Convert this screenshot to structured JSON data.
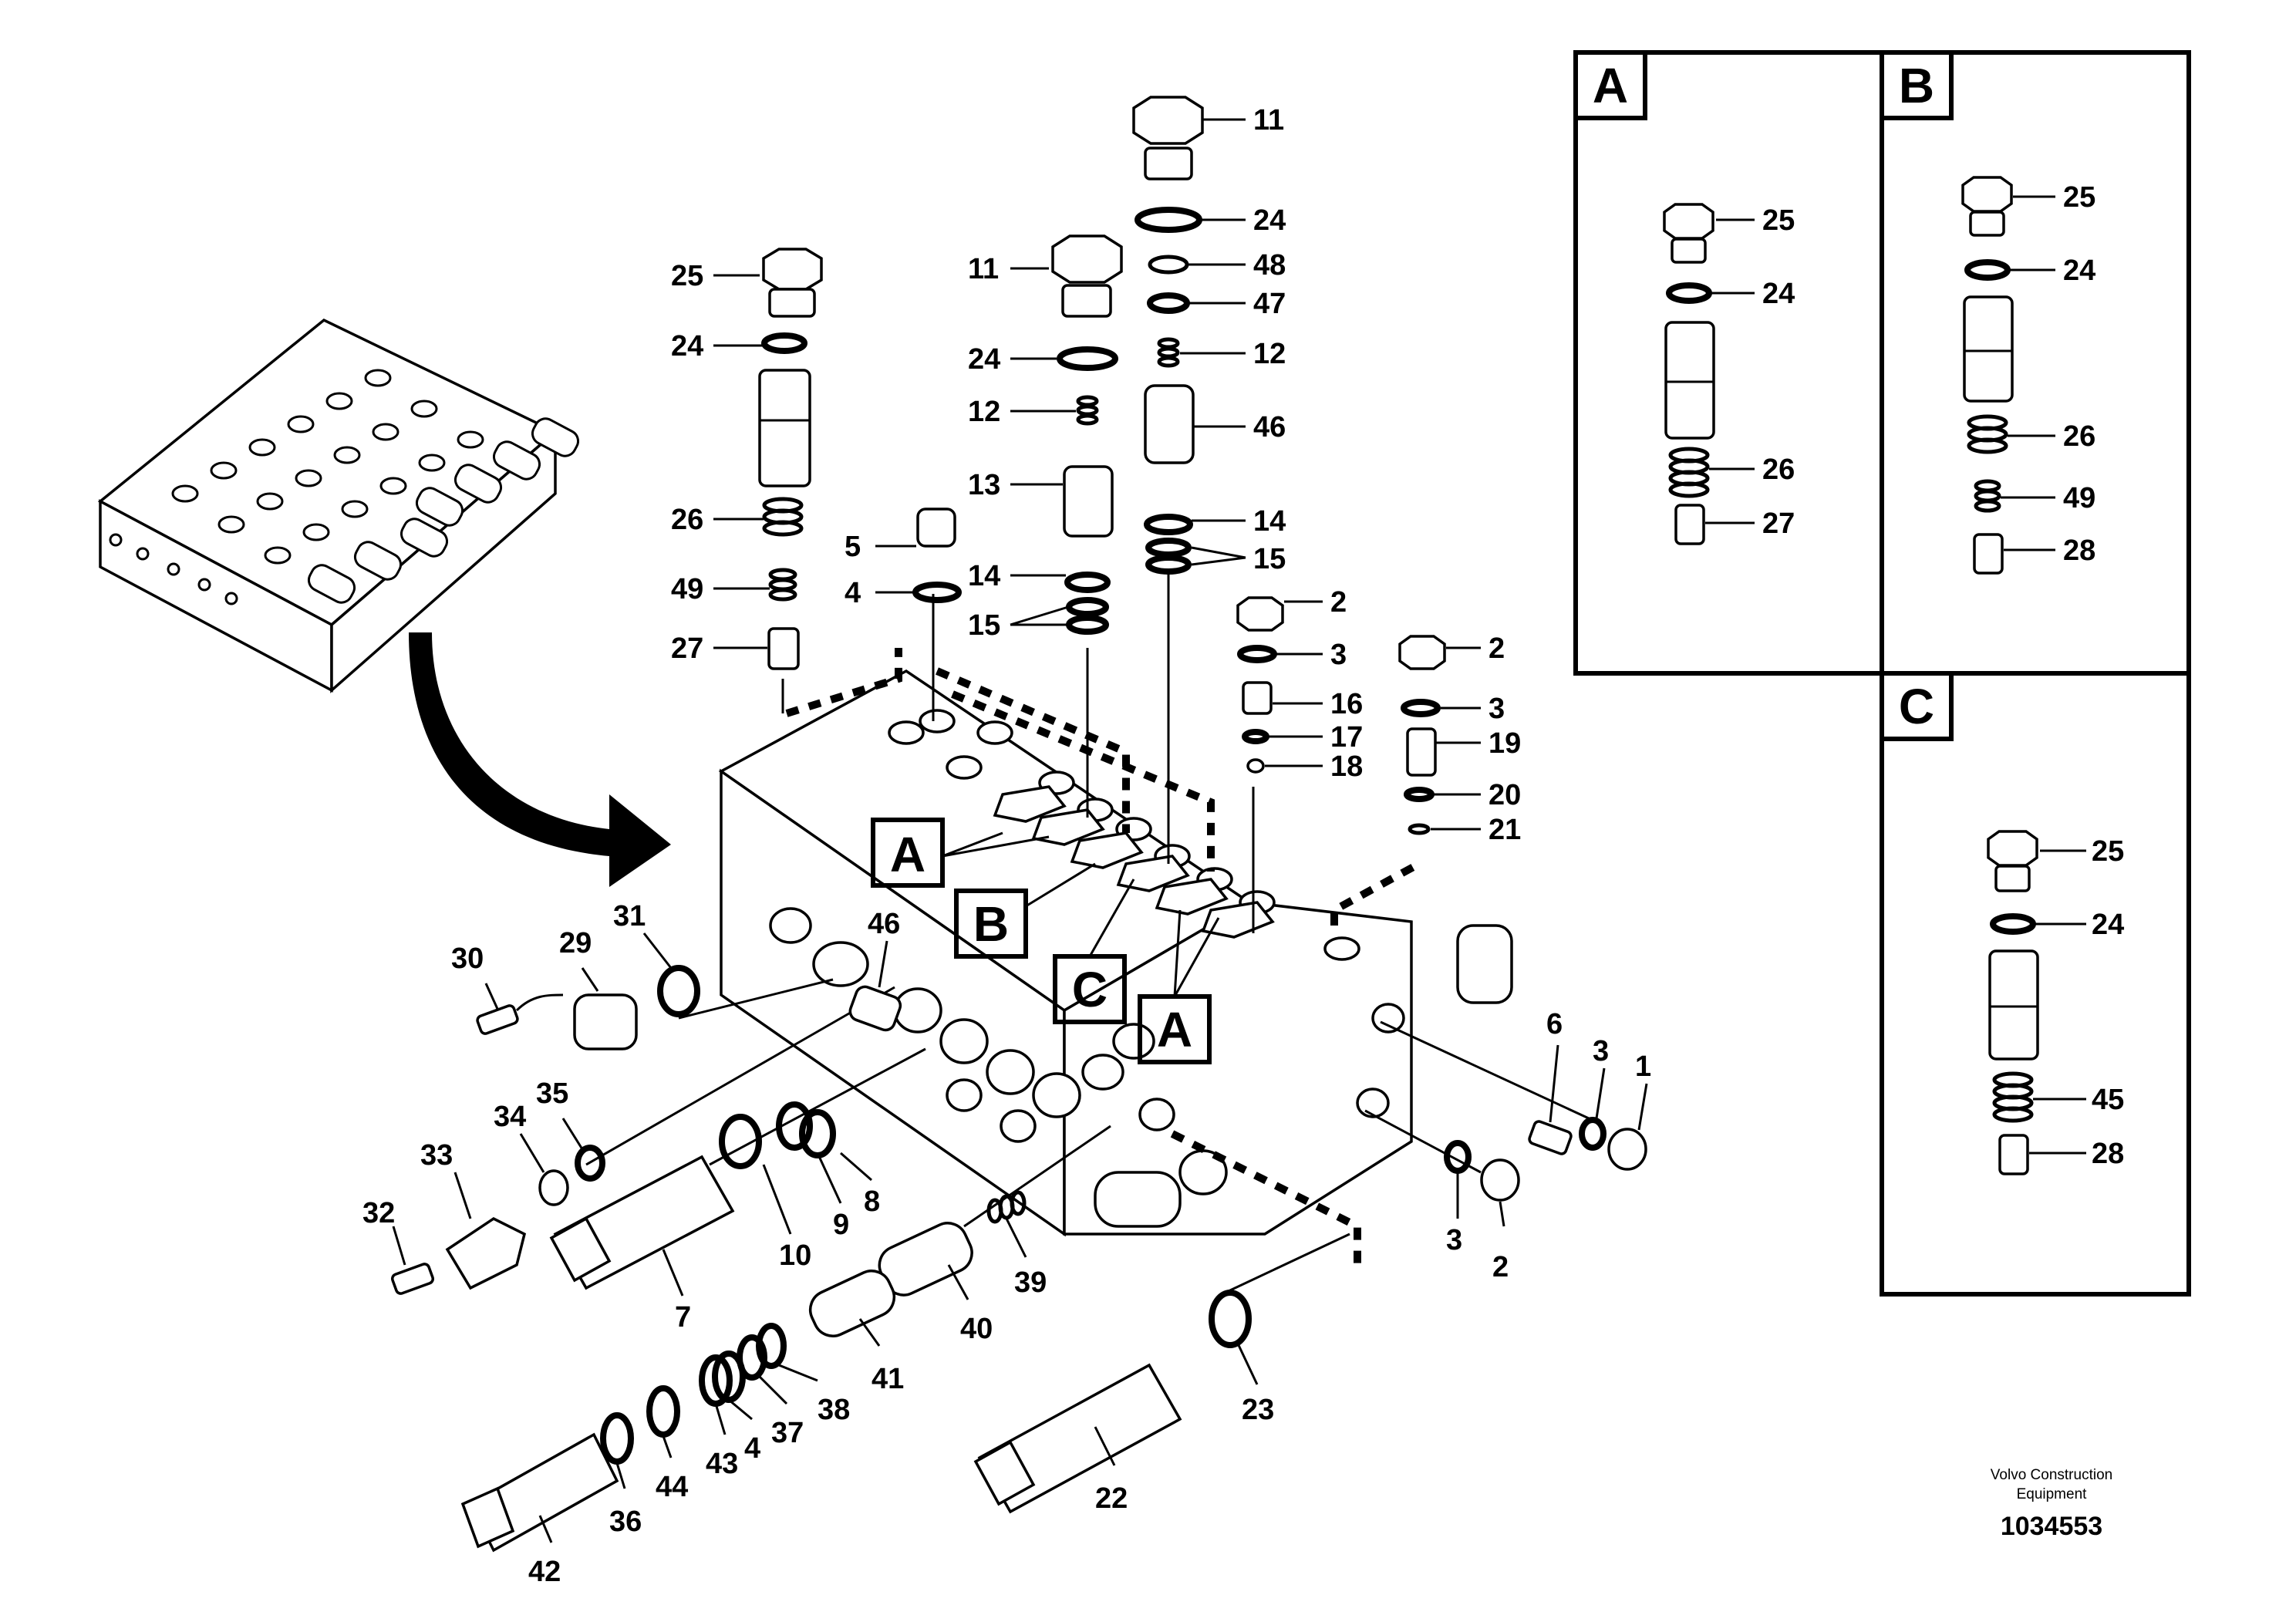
{
  "main": {
    "callouts": [
      {
        "id": "c11a",
        "text": "11"
      },
      {
        "id": "c24a",
        "text": "24"
      },
      {
        "id": "c48",
        "text": "48"
      },
      {
        "id": "c47",
        "text": "47"
      },
      {
        "id": "c12a",
        "text": "12"
      },
      {
        "id": "c46a",
        "text": "46"
      },
      {
        "id": "c14a",
        "text": "14"
      },
      {
        "id": "c15a",
        "text": "15"
      },
      {
        "id": "c11b",
        "text": "11"
      },
      {
        "id": "c24b",
        "text": "24"
      },
      {
        "id": "c12b",
        "text": "12"
      },
      {
        "id": "c13",
        "text": "13"
      },
      {
        "id": "c14b",
        "text": "14"
      },
      {
        "id": "c15b",
        "text": "15"
      },
      {
        "id": "c25",
        "text": "25"
      },
      {
        "id": "c24c",
        "text": "24"
      },
      {
        "id": "c26",
        "text": "26"
      },
      {
        "id": "c49",
        "text": "49"
      },
      {
        "id": "c27",
        "text": "27"
      },
      {
        "id": "c5",
        "text": "5"
      },
      {
        "id": "c4a",
        "text": "4"
      },
      {
        "id": "c2a",
        "text": "2"
      },
      {
        "id": "c3a",
        "text": "3"
      },
      {
        "id": "c16",
        "text": "16"
      },
      {
        "id": "c17",
        "text": "17"
      },
      {
        "id": "c18",
        "text": "18"
      },
      {
        "id": "c2b",
        "text": "2"
      },
      {
        "id": "c3b",
        "text": "3"
      },
      {
        "id": "c19",
        "text": "19"
      },
      {
        "id": "c20",
        "text": "20"
      },
      {
        "id": "c21",
        "text": "21"
      },
      {
        "id": "c30",
        "text": "30"
      },
      {
        "id": "c29",
        "text": "29"
      },
      {
        "id": "c31",
        "text": "31"
      },
      {
        "id": "c46b",
        "text": "46"
      },
      {
        "id": "c6",
        "text": "6"
      },
      {
        "id": "c3c",
        "text": "3"
      },
      {
        "id": "c1",
        "text": "1"
      },
      {
        "id": "c34",
        "text": "34"
      },
      {
        "id": "c35",
        "text": "35"
      },
      {
        "id": "c33",
        "text": "33"
      },
      {
        "id": "c32",
        "text": "32"
      },
      {
        "id": "c10",
        "text": "10"
      },
      {
        "id": "c9",
        "text": "9"
      },
      {
        "id": "c8",
        "text": "8"
      },
      {
        "id": "c7",
        "text": "7"
      },
      {
        "id": "c39",
        "text": "39"
      },
      {
        "id": "c40",
        "text": "40"
      },
      {
        "id": "c41",
        "text": "41"
      },
      {
        "id": "c38",
        "text": "38"
      },
      {
        "id": "c37",
        "text": "37"
      },
      {
        "id": "c4b",
        "text": "4"
      },
      {
        "id": "c43",
        "text": "43"
      },
      {
        "id": "c44",
        "text": "44"
      },
      {
        "id": "c36",
        "text": "36"
      },
      {
        "id": "c42",
        "text": "42"
      },
      {
        "id": "c3d",
        "text": "3"
      },
      {
        "id": "c2c",
        "text": "2"
      },
      {
        "id": "c23",
        "text": "23"
      },
      {
        "id": "c22",
        "text": "22"
      }
    ],
    "section_refs": [
      {
        "id": "refA1",
        "text": "A"
      },
      {
        "id": "refB",
        "text": "B"
      },
      {
        "id": "refC",
        "text": "C"
      },
      {
        "id": "refA2",
        "text": "A"
      }
    ]
  },
  "detail_panels": {
    "A": {
      "label": "A",
      "callouts": [
        {
          "text": "25"
        },
        {
          "text": "24"
        },
        {
          "text": "26"
        },
        {
          "text": "27"
        }
      ]
    },
    "B": {
      "label": "B",
      "callouts": [
        {
          "text": "25"
        },
        {
          "text": "24"
        },
        {
          "text": "26"
        },
        {
          "text": "49"
        },
        {
          "text": "28"
        }
      ]
    },
    "C": {
      "label": "C",
      "callouts": [
        {
          "text": "25"
        },
        {
          "text": "24"
        },
        {
          "text": "45"
        },
        {
          "text": "28"
        }
      ]
    }
  },
  "footer": {
    "credit_line1": "Volvo Construction",
    "credit_line2": "Equipment",
    "drawing_number": "1034553"
  }
}
